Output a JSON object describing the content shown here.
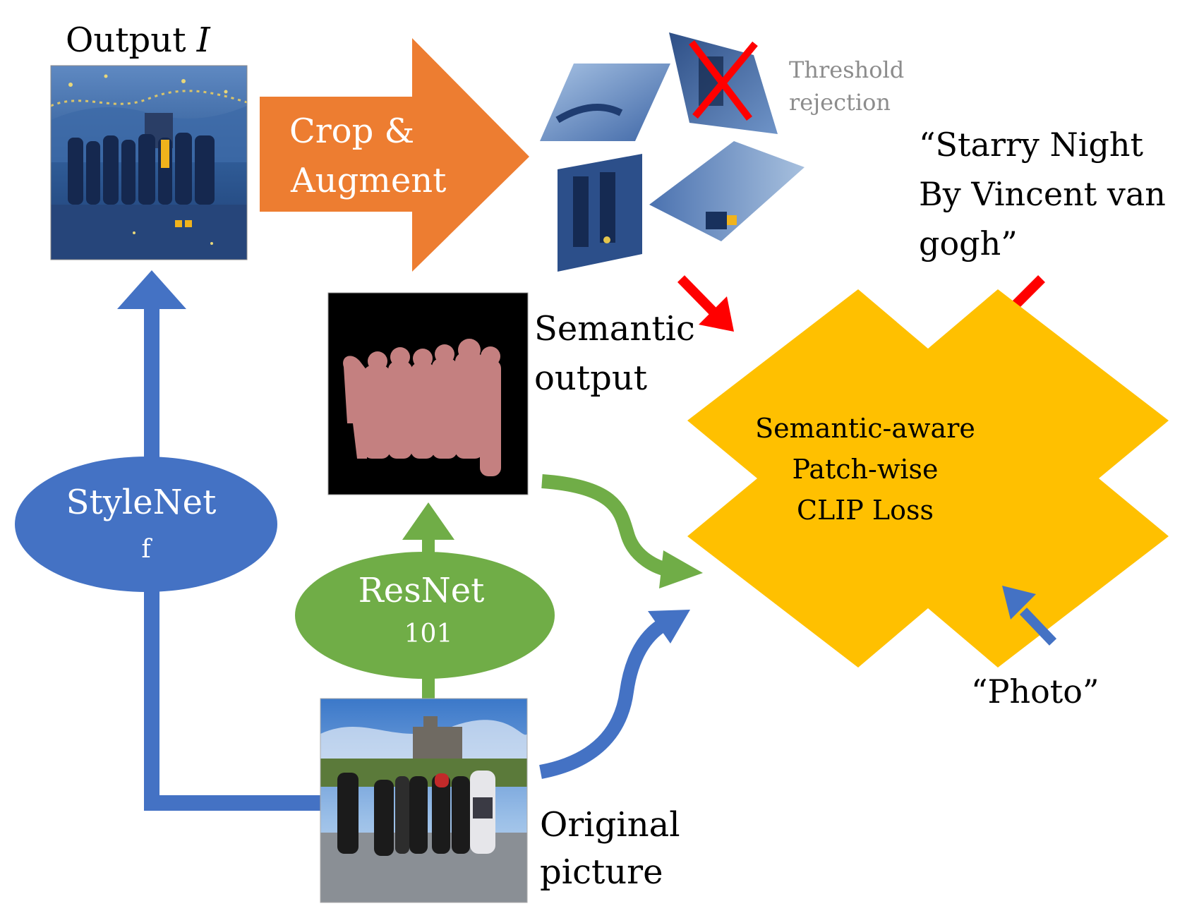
{
  "output_label": {
    "prefix": "Output",
    "variable": "I"
  },
  "crop_augment": {
    "line1": "Crop &",
    "line2": "Augment"
  },
  "threshold": {
    "line1": "Threshold",
    "line2": "rejection"
  },
  "style_prompt": {
    "line1": "“Starry Night",
    "line2": "By Vincent van",
    "line3": "gogh”"
  },
  "semantic_output": {
    "line1": "Semantic",
    "line2": "output"
  },
  "loss": {
    "line1": "Semantic-aware",
    "line2": "Patch-wise",
    "line3": "CLIP Loss"
  },
  "stylenet": {
    "name": "StyleNet",
    "sub": "f"
  },
  "resnet": {
    "name": "ResNet",
    "sub": "101"
  },
  "photo_prompt": {
    "text": "“Photo”"
  },
  "original": {
    "line1": "Original",
    "line2": "picture"
  },
  "colors": {
    "blue": "#4472C4",
    "green": "#70AD47",
    "orange": "#ED7D31",
    "gold": "#FFC000",
    "red": "#FF0000",
    "mask": "#C48080",
    "gray_text": "#8C8C8C"
  }
}
